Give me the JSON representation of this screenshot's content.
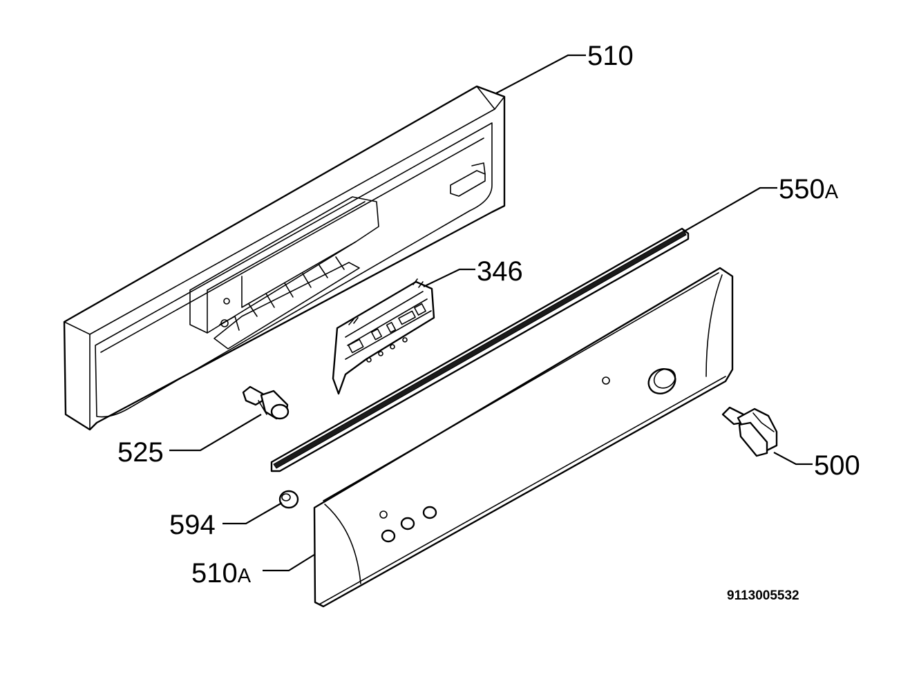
{
  "diagram": {
    "parts": [
      {
        "id": "510",
        "number": "510",
        "suffix": "",
        "name": "control-panel-housing"
      },
      {
        "id": "550A",
        "number": "550",
        "suffix": "A",
        "name": "seal-strip"
      },
      {
        "id": "346",
        "number": "346",
        "suffix": "",
        "name": "electronic-module"
      },
      {
        "id": "525",
        "number": "525",
        "suffix": "",
        "name": "push-button"
      },
      {
        "id": "500",
        "number": "500",
        "suffix": "",
        "name": "selector-knob"
      },
      {
        "id": "594",
        "number": "594",
        "suffix": "",
        "name": "indicator-lens"
      },
      {
        "id": "510A",
        "number": "510",
        "suffix": "A",
        "name": "front-panel"
      }
    ],
    "drawing_code": "9113005532"
  }
}
